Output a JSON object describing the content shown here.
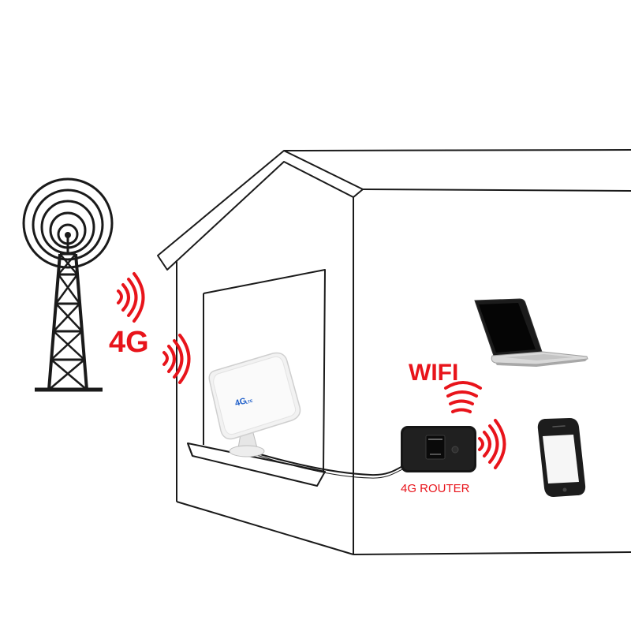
{
  "labels": {
    "signal_4g": "4G",
    "wifi": "WIFI",
    "router": "4G ROUTER",
    "antenna_badge": "4G",
    "antenna_badge_sub": "LTE"
  },
  "colors": {
    "signal_red": "#e8141b",
    "outline": "#1a1a1a",
    "antenna_body": "#f2f2f2",
    "router_body": "#161616",
    "badge_blue": "#1f5fc9"
  },
  "icons": {
    "tower": "cell-tower-icon",
    "antenna": "panel-antenna-icon",
    "router": "router-icon",
    "laptop": "laptop-icon",
    "phone": "smartphone-icon"
  }
}
